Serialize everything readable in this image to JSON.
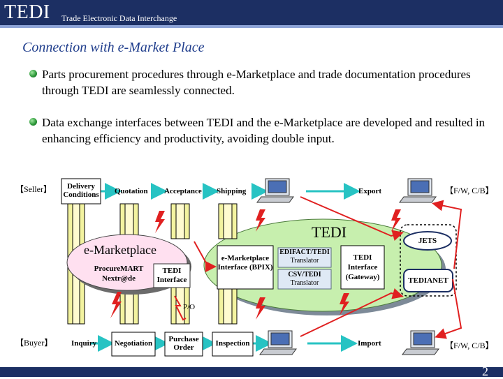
{
  "header": {
    "brand": "TEDI",
    "subtitle": "Trade Electronic Data Interchange"
  },
  "slide": {
    "title": "Connection with e-Market Place",
    "bullets": [
      "Parts procurement procedures through e-Marketplace and trade documentation procedures through TEDI are seamlessly connected.",
      "Data exchange interfaces between TEDI and the e-Marketplace are developed and resulted in enhancing efficiency and productivity, avoiding double input."
    ],
    "page_number": "2"
  },
  "diagram": {
    "seller_label": "【Seller】",
    "buyer_label": "【Buyer】",
    "fw_cb_top": "【F/W, C/B】",
    "fw_cb_bottom": "【F/W, C/B】",
    "seller_steps": {
      "delivery_conditions": "Delivery Conditions",
      "quotation": "Quotation",
      "acceptance": "Acceptance",
      "shipping": "Shipping",
      "export": "Export"
    },
    "buyer_steps": {
      "inquiry": "Inquiry",
      "negotiation": "Negotiation",
      "purchase_order": "Purchase Order",
      "inspection": "Inspection",
      "import": "Import"
    },
    "emarket": {
      "title": "e-Marketplace",
      "procuremart": "ProcureMART Nextr@de",
      "tedi_interface": "TEDI Interface"
    },
    "bpix": "e-Marketplace Interface (BPIX)",
    "tedi": {
      "title": "TEDI",
      "edifact": "EDIFACT/TEDI",
      "edifact_sub": "Translator",
      "csv": "CSV/TEDI",
      "csv_sub": "Translator",
      "gateway": "TEDI Interface (Gateway)"
    },
    "jets": "JETS",
    "tedianet": "TEDIANET",
    "po": "P/O"
  },
  "colors": {
    "header_bg": "#1c2f63",
    "title_color": "#1f3d8c",
    "tedi_blob": "#c7efae",
    "emarket_blob": "#ffe0f0",
    "bar_fill": "#f3f3a0",
    "arrow_red": "#e02020",
    "arrow_cyan": "#27c3c3"
  }
}
